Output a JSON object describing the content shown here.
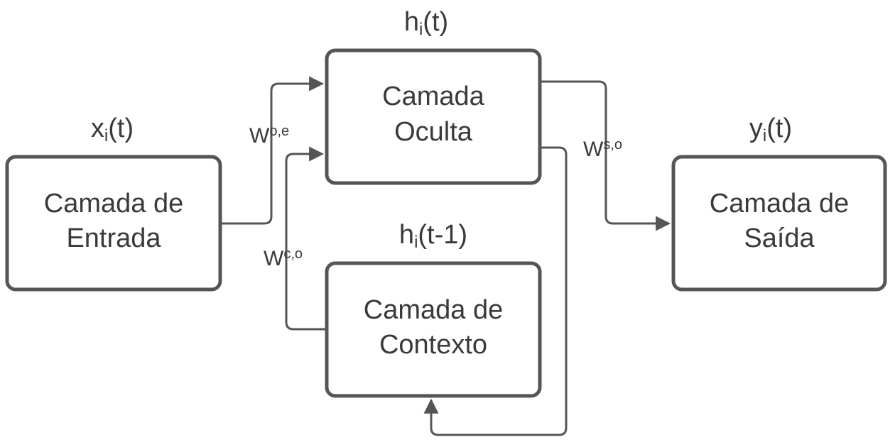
{
  "nodes": {
    "input": {
      "line1": "Camada de",
      "line2": "Entrada",
      "var_base": "x",
      "var_sub": "i",
      "var_rest": "(t)"
    },
    "hidden": {
      "line1": "Camada",
      "line2": "Oculta",
      "var_base": "h",
      "var_sub": "i",
      "var_rest": "(t)"
    },
    "context": {
      "line1": "Camada de",
      "line2": "Contexto",
      "var_base": "h",
      "var_sub": "i",
      "var_rest": "(t-1)"
    },
    "output": {
      "line1": "Camada de",
      "line2": "Saída",
      "var_base": "y",
      "var_sub": "i",
      "var_rest": "(t)"
    }
  },
  "weights": {
    "input_to_hidden": {
      "base": "W",
      "sup": "o,e"
    },
    "context_to_hidden": {
      "base": "W",
      "sup": "c,o"
    },
    "hidden_to_output": {
      "base": "W",
      "sup": "s,o"
    }
  },
  "colors": {
    "stroke": "#555555",
    "text": "#3a3a3a",
    "background": "#ffffff"
  }
}
